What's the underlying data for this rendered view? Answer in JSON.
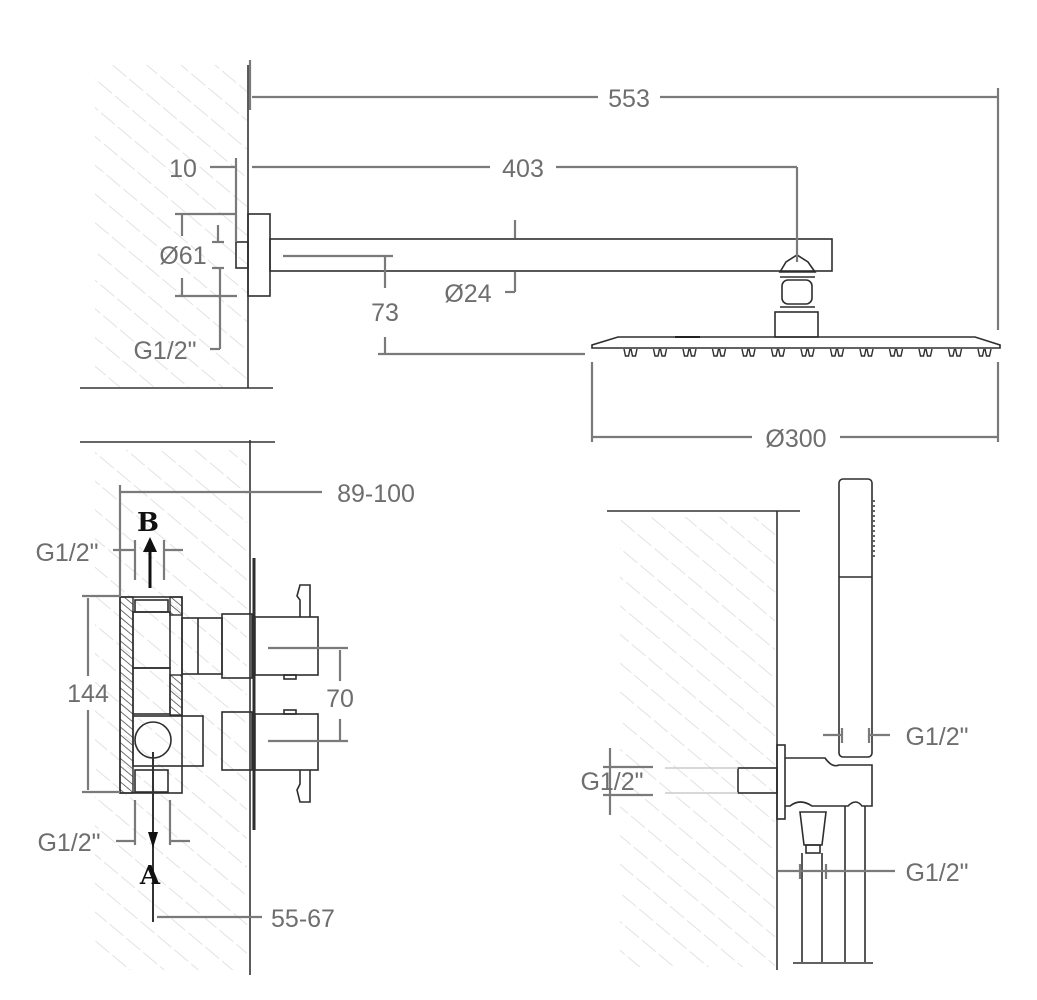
{
  "title": "Shower system dimension drawing",
  "colors": {
    "line": "#2e2e2e",
    "dimension": "#7a7a7a",
    "text": "#6e6e6e",
    "hatch": "#e2e2e2"
  },
  "overhead_shower": {
    "total_projection": "553",
    "arm_projection": "403",
    "flange_thickness": "10",
    "flange_diameter": "Ø61",
    "inlet_thread": "G1/2\"",
    "arm_diameter": "Ø24",
    "head_drop": "73",
    "head_diameter": "Ø300"
  },
  "valve": {
    "depth": "89-100",
    "outlet_label": "B",
    "outlet_thread": "G1/2\"",
    "height": "144",
    "handle_spacing": "70",
    "inlet_thread": "G1/2\"",
    "inlet_label": "A",
    "inlet_depth": "55-67"
  },
  "hand_shower": {
    "wall_thread": "G1/2\"",
    "handle_thread": "G1/2\"",
    "hose_thread": "G1/2\""
  }
}
